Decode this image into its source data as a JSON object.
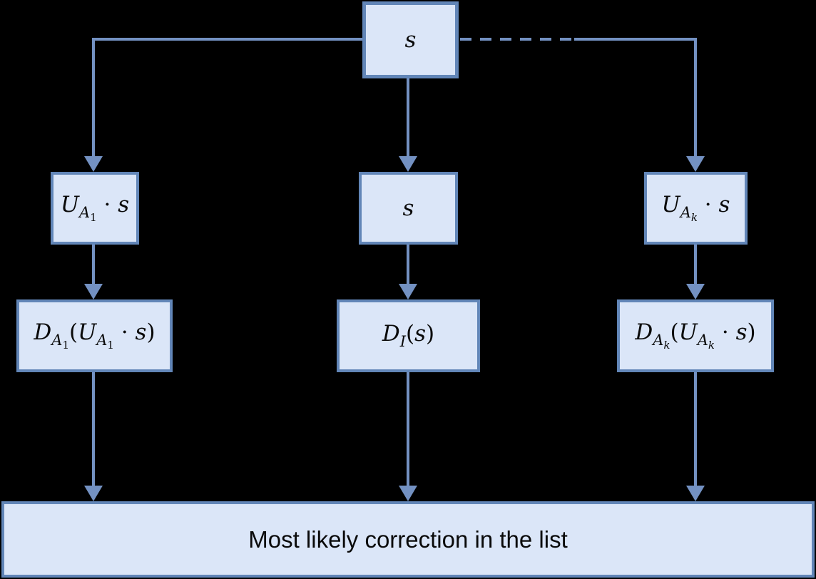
{
  "colors": {
    "background": "#000000",
    "box_fill": "#dbe6f8",
    "box_border": "#6286b8",
    "line": "#7391c2",
    "text": "#0a0a0a"
  },
  "nodes": {
    "source": {
      "tokens": [
        {
          "v": "s",
          "d": 0,
          "it": true
        }
      ]
    },
    "u_a1_s": {
      "tokens": [
        {
          "v": "U",
          "d": 0,
          "it": true
        },
        {
          "v": "A",
          "d": 1,
          "it": true
        },
        {
          "v": "1",
          "d": 2,
          "it": false
        },
        {
          "v": " · ",
          "d": 0,
          "it": false
        },
        {
          "v": "s",
          "d": 0,
          "it": true
        }
      ]
    },
    "s_identity": {
      "tokens": [
        {
          "v": "s",
          "d": 0,
          "it": true
        }
      ]
    },
    "u_ak_s": {
      "tokens": [
        {
          "v": "U",
          "d": 0,
          "it": true
        },
        {
          "v": "A",
          "d": 1,
          "it": true
        },
        {
          "v": "k",
          "d": 2,
          "it": true
        },
        {
          "v": " · ",
          "d": 0,
          "it": false
        },
        {
          "v": "s",
          "d": 0,
          "it": true
        }
      ]
    },
    "d_a1": {
      "tokens": [
        {
          "v": "D",
          "d": 0,
          "it": true
        },
        {
          "v": "A",
          "d": 1,
          "it": true
        },
        {
          "v": "1",
          "d": 2,
          "it": false
        },
        {
          "v": "(",
          "d": 0,
          "it": false
        },
        {
          "v": "U",
          "d": 0,
          "it": true
        },
        {
          "v": "A",
          "d": 1,
          "it": true
        },
        {
          "v": "1",
          "d": 2,
          "it": false
        },
        {
          "v": " · ",
          "d": 0,
          "it": false
        },
        {
          "v": "s",
          "d": 0,
          "it": true
        },
        {
          "v": ")",
          "d": 0,
          "it": false
        }
      ]
    },
    "d_i": {
      "tokens": [
        {
          "v": "D",
          "d": 0,
          "it": true
        },
        {
          "v": "I",
          "d": 1,
          "it": true
        },
        {
          "v": "(",
          "d": 0,
          "it": false
        },
        {
          "v": "s",
          "d": 0,
          "it": true
        },
        {
          "v": ")",
          "d": 0,
          "it": false
        }
      ]
    },
    "d_ak": {
      "tokens": [
        {
          "v": "D",
          "d": 0,
          "it": true
        },
        {
          "v": "A",
          "d": 1,
          "it": true
        },
        {
          "v": "k",
          "d": 2,
          "it": true
        },
        {
          "v": "(",
          "d": 0,
          "it": false
        },
        {
          "v": "U",
          "d": 0,
          "it": true
        },
        {
          "v": "A",
          "d": 1,
          "it": true
        },
        {
          "v": "k",
          "d": 2,
          "it": true
        },
        {
          "v": " · ",
          "d": 0,
          "it": false
        },
        {
          "v": "s",
          "d": 0,
          "it": true
        },
        {
          "v": ")",
          "d": 0,
          "it": false
        }
      ]
    },
    "result": {
      "label": "Most likely correction in the list"
    }
  }
}
